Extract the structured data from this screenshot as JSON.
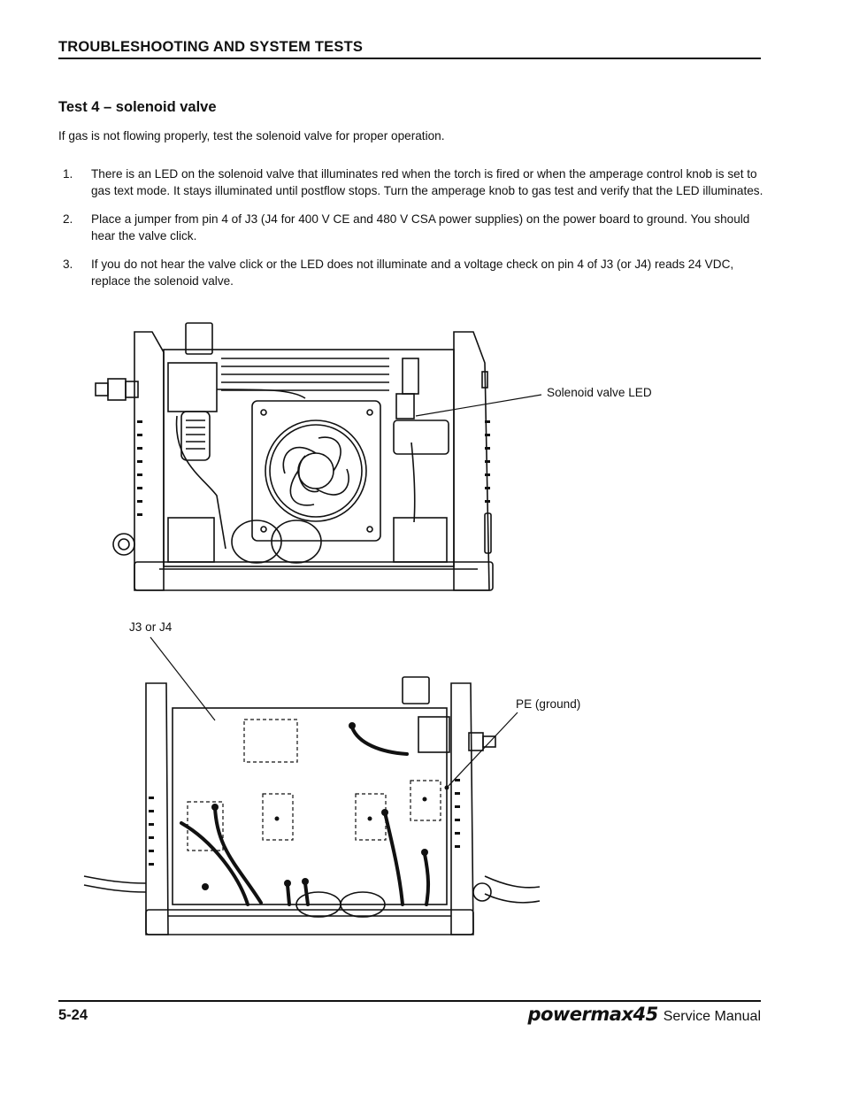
{
  "header": {
    "section_title": "TROUBLESHOOTING AND SYSTEM TESTS"
  },
  "test": {
    "title": "Test 4 – solenoid valve",
    "intro": "If gas is not flowing properly, test the solenoid valve for proper operation.",
    "steps": [
      {
        "number": "1.",
        "text": "There is an LED on the solenoid valve that illuminates red when the torch is fired or when the amperage control knob is set to gas text mode. It stays illuminated until postflow stops. Turn the amperage knob to gas test and verify that the LED illuminates."
      },
      {
        "number": "2.",
        "text": "Place a jumper from pin 4 of J3 (J4 for 400 V CE and 480 V CSA power supplies) on the power board to ground. You should hear the valve click."
      },
      {
        "number": "3.",
        "text": "If you do not hear the valve click or the LED does not illuminate and a voltage check on pin 4 of J3 (or J4) reads 24 VDC, replace the solenoid valve."
      }
    ]
  },
  "figures": {
    "top": {
      "callout_led": "Solenoid valve LED"
    },
    "bottom": {
      "callout_j3": "J3 or J4",
      "callout_pe": "PE (ground)"
    }
  },
  "footer": {
    "page_number": "5-24",
    "brand": "powermax45",
    "manual": "Service Manual"
  }
}
